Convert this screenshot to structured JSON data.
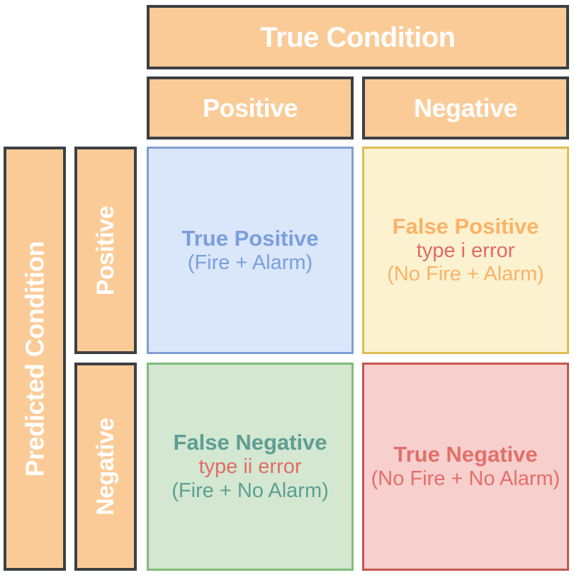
{
  "diagram": {
    "type": "confusion-matrix",
    "domain_example": "fire alarm",
    "column_axis": {
      "title": "True Condition",
      "levels": [
        "Positive",
        "Negative"
      ]
    },
    "row_axis": {
      "title": "Predicted Condition",
      "levels": [
        "Positive",
        "Negative"
      ]
    },
    "cells": [
      {
        "key": "true-positive",
        "row": "Positive",
        "column": "Positive",
        "title": "True Positive",
        "error_type": "",
        "note": "(Fire + Alarm)",
        "fill": "#dae6fa",
        "border": "#7f9fd2",
        "text_color": "#7a9fdb"
      },
      {
        "key": "false-positive",
        "row": "Positive",
        "column": "Negative",
        "title": "False Positive",
        "error_type": "type i error",
        "note": "(No Fire + Alarm)",
        "fill": "#fcf2d0",
        "border": "#dfbc52",
        "text_color": "#fbb268"
      },
      {
        "key": "false-negative",
        "row": "Negative",
        "column": "Positive",
        "title": "False Negative",
        "error_type": "type ii error",
        "note": "(Fire + No Alarm)",
        "fill": "#d3e7d1",
        "border": "#7fbc77",
        "text_color": "#5e9e94"
      },
      {
        "key": "true-negative",
        "row": "Negative",
        "column": "Negative",
        "title": "True Negative",
        "error_type": "",
        "note": "(No Fire + No Alarm)",
        "fill": "#f7cfcd",
        "border": "#c4574f",
        "text_color": "#e2706a"
      }
    ],
    "colors": {
      "header_fill": "#fbcb97",
      "header_border": "#3c4043",
      "header_text": "#ffffff",
      "error_text": "#e26b66",
      "background": "#ffffff"
    }
  }
}
